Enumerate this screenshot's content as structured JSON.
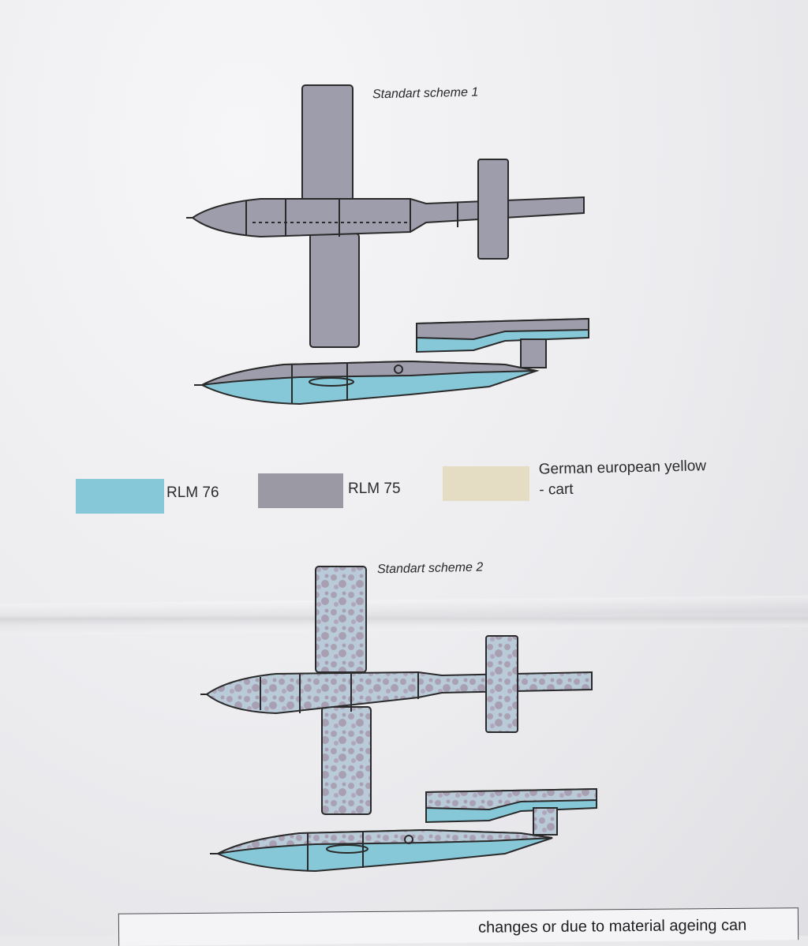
{
  "schemes": [
    {
      "title": "Standart scheme 1"
    },
    {
      "title": "Standart scheme 2"
    }
  ],
  "legend": [
    {
      "label": "RLM 76",
      "color": "#86c8d8"
    },
    {
      "label": "RLM 75",
      "color": "#9b9aa4"
    },
    {
      "label": "German european yellow\n- cart",
      "color": "#e5dcc4"
    }
  ],
  "footnote": "changes or due to material ageing can",
  "colors": {
    "outline": "#2a2a2a",
    "camo_light": "#b8c4d2",
    "camo_dark": "#a9a2b2"
  }
}
